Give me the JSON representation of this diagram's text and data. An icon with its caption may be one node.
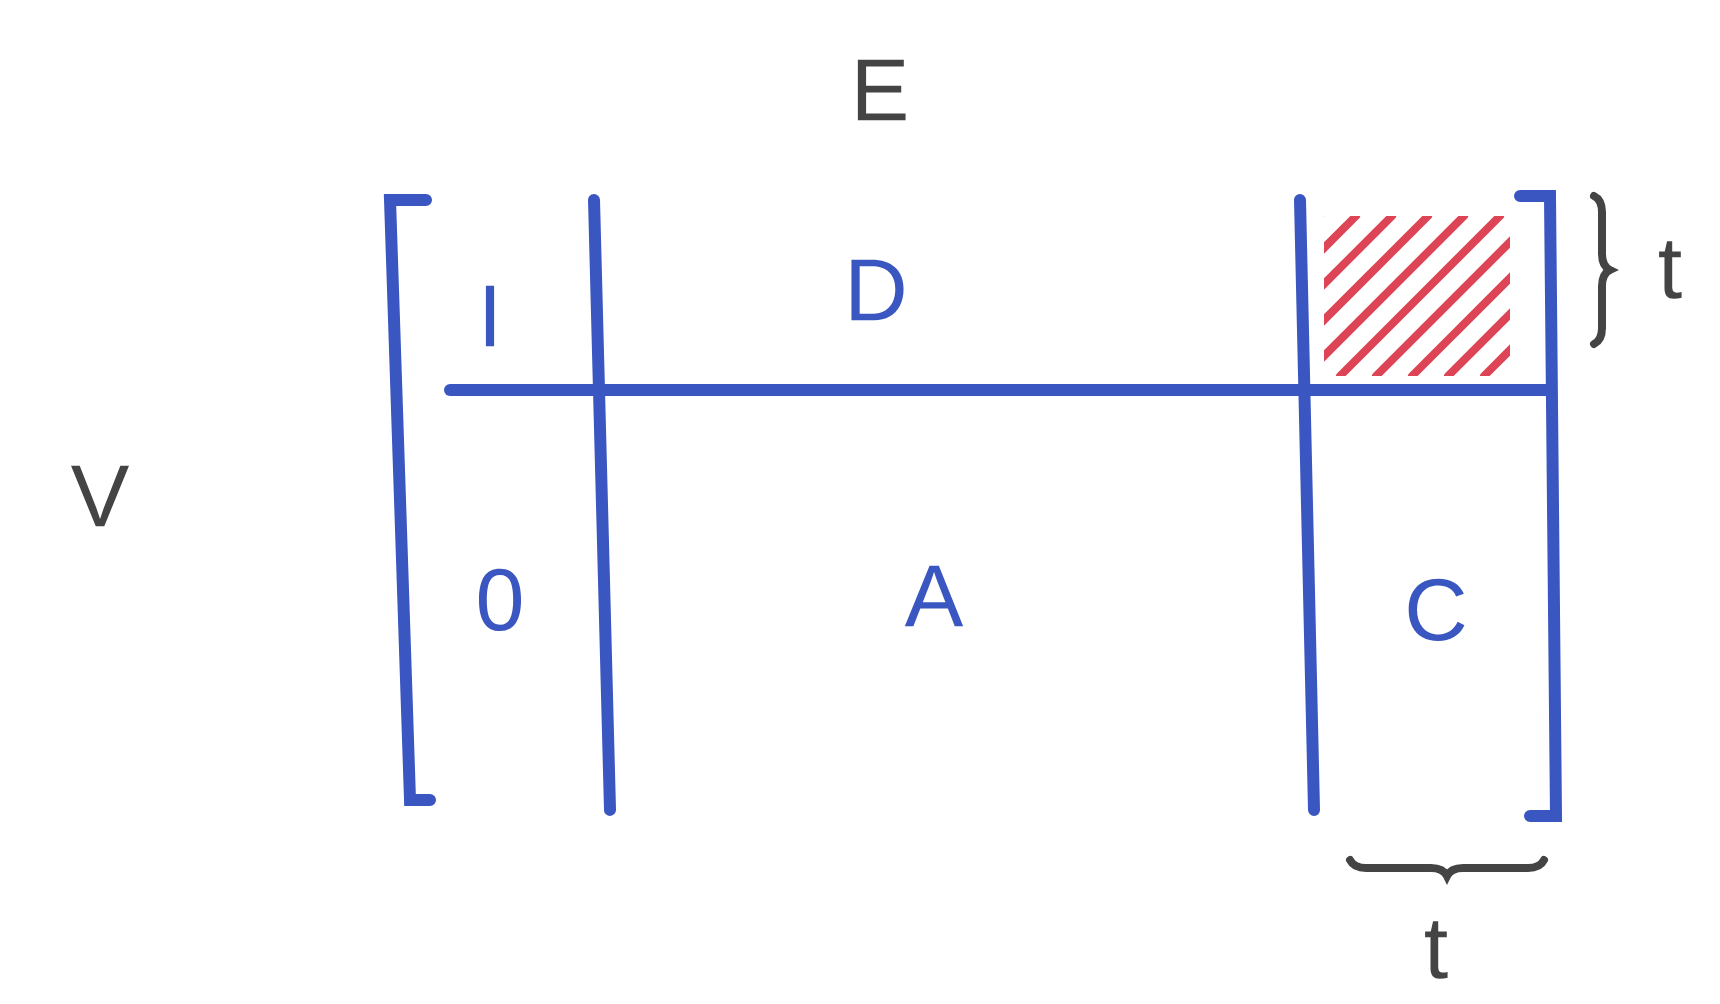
{
  "diagram": {
    "labels": [
      "E",
      "I",
      "D",
      "t",
      "V",
      "0",
      "A",
      "C",
      "t"
    ]
  }
}
